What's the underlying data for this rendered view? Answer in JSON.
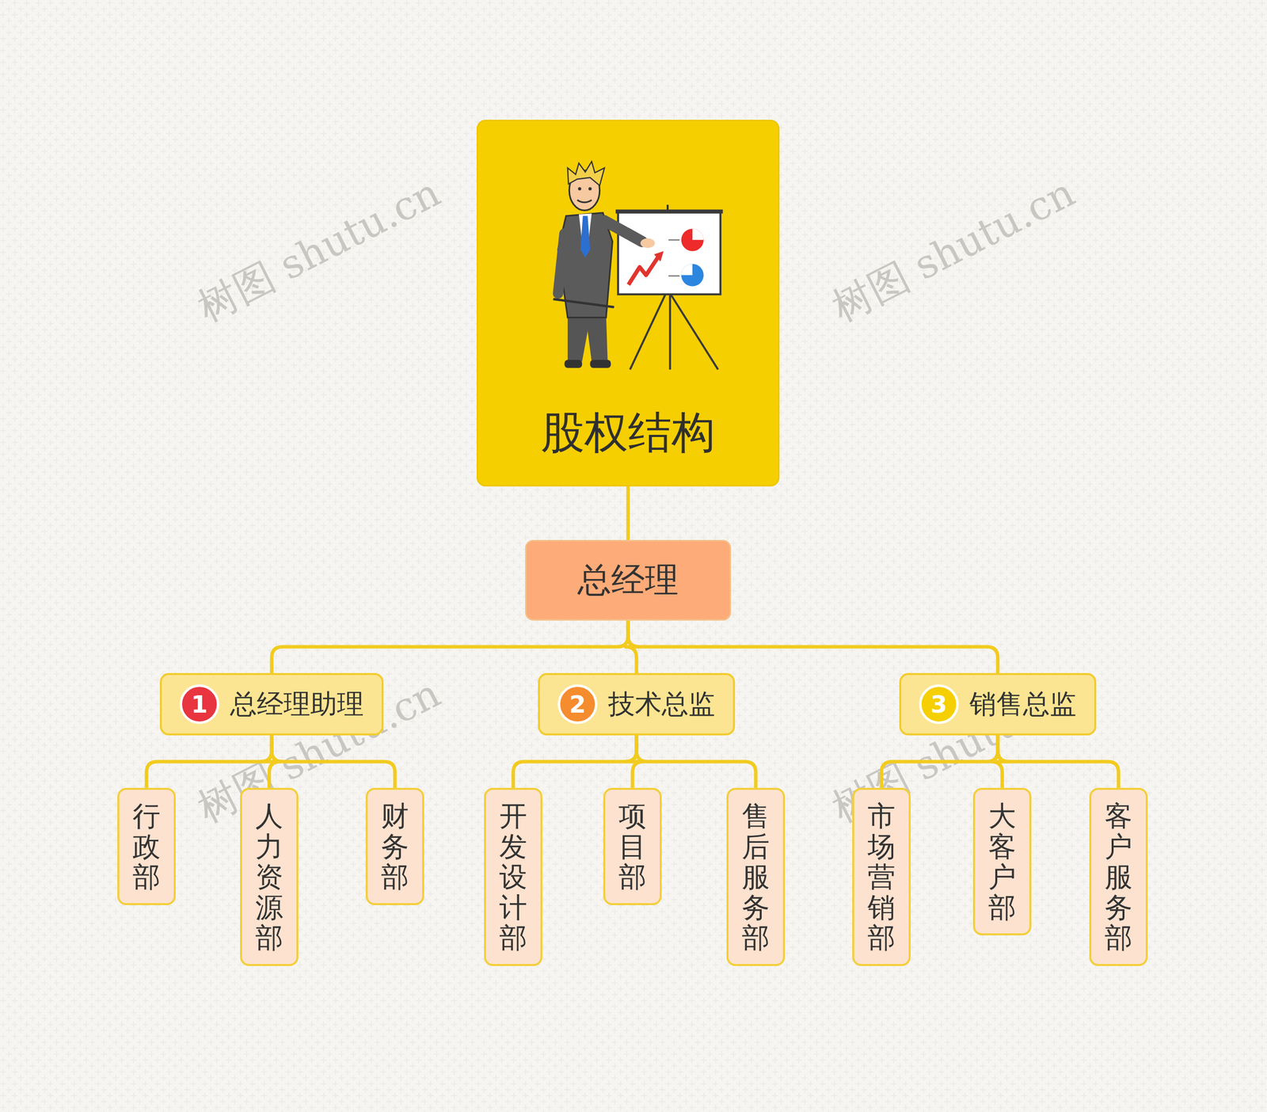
{
  "diagram": {
    "nodes": [
      {
        "text": [
          "股权结构"
        ]
      },
      {
        "text": [
          "总经理"
        ]
      },
      {
        "text": [
          "1",
          "总经理助理"
        ]
      },
      {
        "text": [
          "2",
          "技术总监"
        ]
      },
      {
        "text": [
          "3",
          "销售总监"
        ]
      },
      {
        "text": [
          "行政部"
        ]
      },
      {
        "text": [
          "人力资源部"
        ]
      },
      {
        "text": [
          "财务部"
        ]
      },
      {
        "text": [
          "开发设计部"
        ]
      },
      {
        "text": [
          "项目部"
        ]
      },
      {
        "text": [
          "售后服务部"
        ]
      },
      {
        "text": [
          "市场营销部"
        ]
      },
      {
        "text": [
          "大客户部"
        ]
      },
      {
        "text": [
          "客户服务部"
        ]
      }
    ],
    "edges": [
      {
        "from": 0,
        "to": 1,
        "arrow": "none"
      },
      {
        "from": 1,
        "to": 2,
        "arrow": "none"
      },
      {
        "from": 1,
        "to": 3,
        "arrow": "none"
      },
      {
        "from": 1,
        "to": 4,
        "arrow": "none"
      },
      {
        "from": 2,
        "to": 5,
        "arrow": "none"
      },
      {
        "from": 2,
        "to": 6,
        "arrow": "none"
      },
      {
        "from": 2,
        "to": 7,
        "arrow": "none"
      },
      {
        "from": 3,
        "to": 8,
        "arrow": "none"
      },
      {
        "from": 3,
        "to": 9,
        "arrow": "none"
      },
      {
        "from": 3,
        "to": 10,
        "arrow": "none"
      },
      {
        "from": 4,
        "to": 11,
        "arrow": "none"
      },
      {
        "from": 4,
        "to": 12,
        "arrow": "none"
      },
      {
        "from": 4,
        "to": 13,
        "arrow": "none"
      }
    ],
    "labels": [
      "树图 shutu.cn",
      "树图 shutu.cn",
      "树图 shutu.cn",
      "树图 shutu.cn"
    ]
  }
}
